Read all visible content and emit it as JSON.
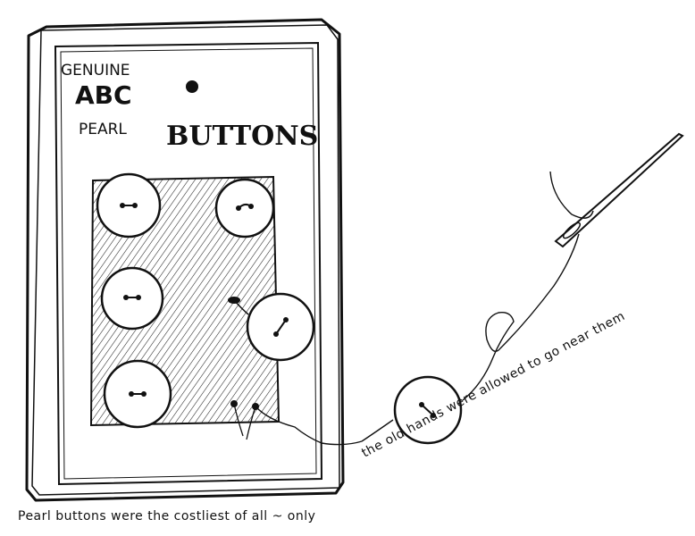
{
  "card": {
    "genuine": "GENUINE",
    "brand": "ABC",
    "pearl": "PEARL",
    "buttons": "BUTTONS"
  },
  "caption": {
    "line1": "Pearl buttons were the costliest of all ~ only",
    "line2": "the old hands were allowed to go near them"
  }
}
